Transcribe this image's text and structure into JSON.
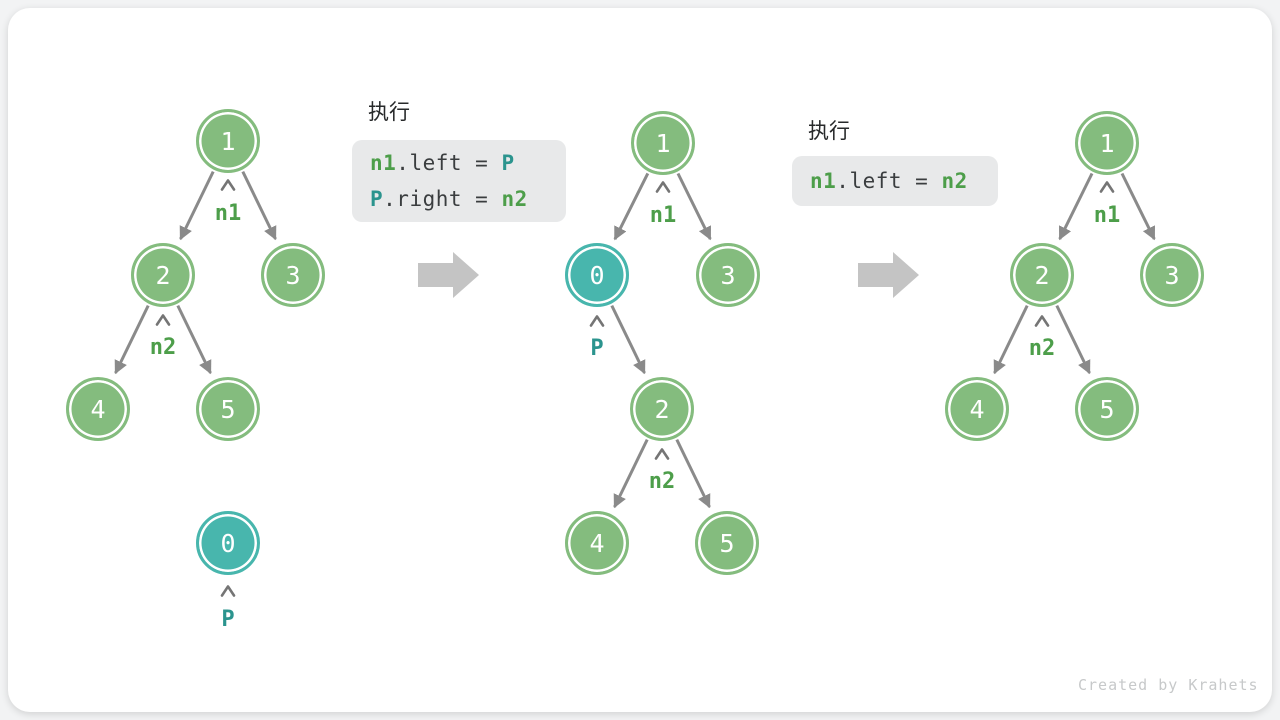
{
  "credit": "Created by Krahets",
  "colors": {
    "page_bg": "#f2f3f4",
    "panel_bg": "#ffffff",
    "node_green": "#84bc7e",
    "node_teal": "#48b6ad",
    "label_green": "#4d9e4a",
    "label_teal": "#2b948e",
    "code_plain": "#3a3d3f",
    "code_bg": "#e8e9ea",
    "edge": "#8a8a8a",
    "caret": "#757575",
    "big_arrow": "#c4c4c4",
    "credit_color": "#c7c9ca"
  },
  "callouts": [
    {
      "title": "执行",
      "lines": [
        [
          {
            "t": "n1",
            "c": "green"
          },
          {
            "t": ".left = ",
            "c": "plain"
          },
          {
            "t": "P",
            "c": "teal"
          }
        ],
        [
          {
            "t": "P",
            "c": "teal"
          },
          {
            "t": ".right = ",
            "c": "plain"
          },
          {
            "t": "n2",
            "c": "green"
          }
        ]
      ]
    },
    {
      "title": "执行",
      "lines": [
        [
          {
            "t": "n1",
            "c": "green"
          },
          {
            "t": ".left = ",
            "c": "plain"
          },
          {
            "t": "n2",
            "c": "green"
          }
        ]
      ]
    }
  ],
  "trees": [
    {
      "id": "initial",
      "nodes": [
        {
          "value": "1",
          "variant": "green"
        },
        {
          "value": "2",
          "variant": "green"
        },
        {
          "value": "3",
          "variant": "green"
        },
        {
          "value": "4",
          "variant": "green"
        },
        {
          "value": "5",
          "variant": "green"
        },
        {
          "value": "0",
          "variant": "teal"
        }
      ],
      "labels": [
        {
          "text": "n1",
          "color": "green"
        },
        {
          "text": "n2",
          "color": "green"
        },
        {
          "text": "P",
          "color": "teal"
        }
      ]
    },
    {
      "id": "after-insert",
      "nodes": [
        {
          "value": "1",
          "variant": "green"
        },
        {
          "value": "0",
          "variant": "teal"
        },
        {
          "value": "3",
          "variant": "green"
        },
        {
          "value": "2",
          "variant": "green"
        },
        {
          "value": "4",
          "variant": "green"
        },
        {
          "value": "5",
          "variant": "green"
        }
      ],
      "labels": [
        {
          "text": "n1",
          "color": "green"
        },
        {
          "text": "P",
          "color": "teal"
        },
        {
          "text": "n2",
          "color": "green"
        }
      ]
    },
    {
      "id": "final",
      "nodes": [
        {
          "value": "1",
          "variant": "green"
        },
        {
          "value": "2",
          "variant": "green"
        },
        {
          "value": "3",
          "variant": "green"
        },
        {
          "value": "4",
          "variant": "green"
        },
        {
          "value": "5",
          "variant": "green"
        }
      ],
      "labels": [
        {
          "text": "n1",
          "color": "green"
        },
        {
          "text": "n2",
          "color": "green"
        }
      ]
    }
  ]
}
